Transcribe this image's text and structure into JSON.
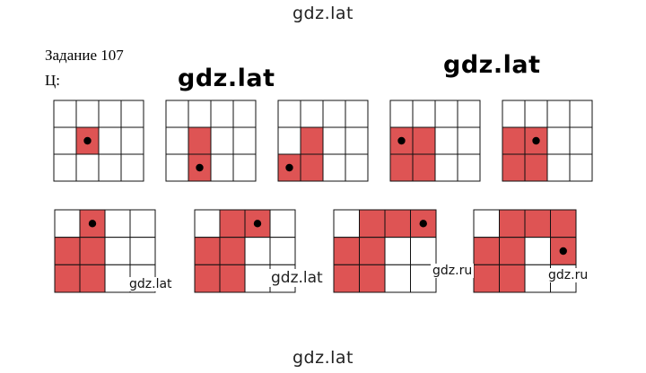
{
  "watermarks": {
    "top": "gdz.lat",
    "bottom": "gdz.lat",
    "big_left": "gdz.lat",
    "big_right": "gdz.lat",
    "small_1": "gdz.lat",
    "small_2": "gdz.lat",
    "ru_1": "gdz.ru",
    "ru_2": "gdz.ru"
  },
  "task": {
    "title": "Задание 107",
    "prefix": "Ц:"
  },
  "colors": {
    "fill": "#de5454",
    "line": "#111111",
    "dot": "#000000"
  },
  "grids": [
    {
      "cols": 4,
      "rows": 3,
      "filled": [
        [
          1,
          1
        ]
      ],
      "dot": [
        1,
        1
      ]
    },
    {
      "cols": 4,
      "rows": 3,
      "filled": [
        [
          1,
          1
        ],
        [
          1,
          2
        ]
      ],
      "dot": [
        1,
        2
      ]
    },
    {
      "cols": 4,
      "rows": 3,
      "filled": [
        [
          1,
          1
        ],
        [
          0,
          2
        ],
        [
          1,
          2
        ]
      ],
      "dot": [
        0,
        2
      ]
    },
    {
      "cols": 4,
      "rows": 3,
      "filled": [
        [
          0,
          1
        ],
        [
          1,
          1
        ],
        [
          0,
          2
        ],
        [
          1,
          2
        ]
      ],
      "dot": [
        0,
        1
      ]
    },
    {
      "cols": 4,
      "rows": 3,
      "filled": [
        [
          0,
          1
        ],
        [
          1,
          1
        ],
        [
          0,
          2
        ],
        [
          1,
          2
        ]
      ],
      "dot": [
        1,
        1
      ]
    },
    {
      "cols": 4,
      "rows": 3,
      "filled": [
        [
          1,
          0
        ],
        [
          0,
          1
        ],
        [
          1,
          1
        ],
        [
          0,
          2
        ],
        [
          1,
          2
        ]
      ],
      "dot": [
        1,
        0
      ]
    },
    {
      "cols": 4,
      "rows": 3,
      "filled": [
        [
          1,
          0
        ],
        [
          2,
          0
        ],
        [
          0,
          1
        ],
        [
          1,
          1
        ],
        [
          0,
          2
        ],
        [
          1,
          2
        ]
      ],
      "dot": [
        2,
        0
      ]
    },
    {
      "cols": 4,
      "rows": 3,
      "filled": [
        [
          1,
          0
        ],
        [
          2,
          0
        ],
        [
          3,
          0
        ],
        [
          0,
          1
        ],
        [
          1,
          1
        ],
        [
          0,
          2
        ],
        [
          1,
          2
        ]
      ],
      "dot": [
        3,
        0
      ]
    },
    {
      "cols": 4,
      "rows": 3,
      "filled": [
        [
          1,
          0
        ],
        [
          2,
          0
        ],
        [
          3,
          0
        ],
        [
          0,
          1
        ],
        [
          1,
          1
        ],
        [
          3,
          1
        ],
        [
          0,
          2
        ],
        [
          1,
          2
        ]
      ],
      "dot": [
        3,
        1
      ]
    }
  ]
}
